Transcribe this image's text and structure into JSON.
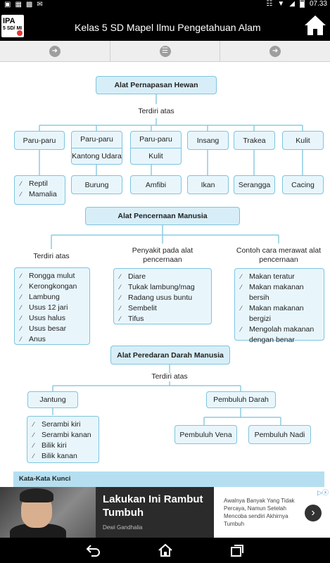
{
  "status": {
    "time": "07.33"
  },
  "appbar": {
    "logo_line1": "IPA",
    "logo_line2": "5 SD/ MI",
    "title": "Kelas 5 SD Mapel Ilmu Pengetahuan Alam"
  },
  "diagram": {
    "respiration": {
      "title": "Alat Pernapasan Hewan",
      "consists": "Terdiri atas",
      "organs": [
        "Paru-paru",
        "Paru-paru",
        "Kantong Udara",
        "Paru-paru",
        "Kulit",
        "Insang",
        "Trakea",
        "Kulit"
      ],
      "animals": [
        "Reptil",
        "Mamalia",
        "Burung",
        "Amfibi",
        "Ikan",
        "Serangga",
        "Cacing"
      ]
    },
    "digestion": {
      "title": "Alat Pencernaan Manusia",
      "col1_label": "Terdiri atas",
      "col1_items": [
        "Rongga mulut",
        "Kerongkongan",
        "Lambung",
        "Usus 12 jari",
        "Usus halus",
        "Usus besar",
        "Anus"
      ],
      "col2_label_1": "Penyakit pada alat",
      "col2_label_2": "pencernaan",
      "col2_items": [
        "Diare",
        "Tukak lambung/mag",
        "Radang usus buntu",
        "Sembelit",
        "Tifus"
      ],
      "col3_label_1": "Contoh cara merawat alat",
      "col3_label_2": "pencernaan",
      "col3_items": [
        "Makan teratur",
        "Makan makanan bersih",
        "Makan makanan bergizi",
        "Mengolah makanan dengan benar"
      ]
    },
    "circulation": {
      "title": "Alat Peredaran Darah Manusia",
      "consists": "Terdiri atas",
      "heart": "Jantung",
      "heart_items": [
        "Serambi kiri",
        "Serambi kanan",
        "Bilik kiri",
        "Bilik kanan"
      ],
      "vessels": "Pembuluh Darah",
      "vein": "Pembuluh Vena",
      "artery": "Pembuluh Nadi"
    },
    "keywords_heading": "Kata-Kata Kunci"
  },
  "ad": {
    "headline": "Lakukan Ini Rambut Tumbuh",
    "source": "Dewi Gandhalia",
    "body": "Awalnya Banyak Yang Tidak Percaya, Namun Setelah Mencoba sendiri Akhirnya Tumbuh"
  }
}
